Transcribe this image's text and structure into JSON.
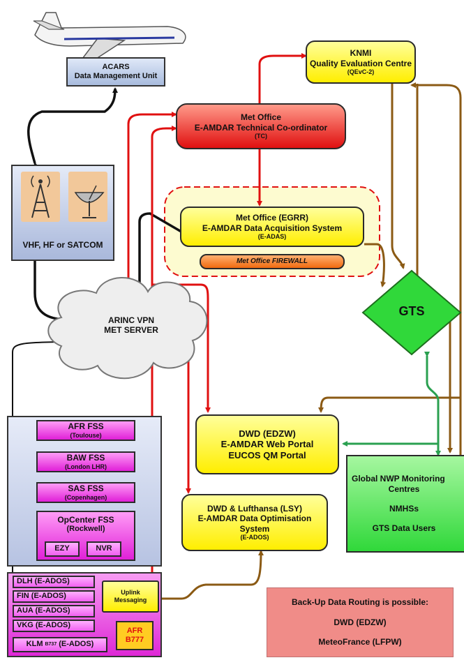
{
  "acars": {
    "line1": "ACARS",
    "line2": "Data Management Unit"
  },
  "comms": {
    "label": "VHF, HF or SATCOM"
  },
  "arinc": {
    "line1": "ARINC VPN",
    "line2": "MET SERVER"
  },
  "knmi": {
    "line1": "KNMI",
    "line2": "Quality Evaluation Centre",
    "line3": "(QEvC-2)"
  },
  "tc": {
    "line1": "Met Office",
    "line2": "E-AMDAR Technical Co-ordinator",
    "line3": "(TC)"
  },
  "eadas": {
    "line1": "Met Office (EGRR)",
    "line2": "E-AMDAR Data Acquisition System",
    "line3": "(E-ADAS)"
  },
  "firewall": {
    "label": "Met Office FIREWALL"
  },
  "gts": {
    "label": "GTS"
  },
  "dwd_portal": {
    "line1": "DWD (EDZW)",
    "line2": "E-AMDAR Web Portal",
    "line3": "EUCOS QM Portal"
  },
  "eados": {
    "line1": "DWD & Lufthansa (LSY)",
    "line2": "E-AMDAR Data Optimisation",
    "line3": "System",
    "line4": "(E-ADOS)"
  },
  "nwp": {
    "line1": "Global NWP Monitoring",
    "line2": "Centres",
    "line3": "NMHSs",
    "line4": "GTS Data Users"
  },
  "fss": [
    {
      "name": "AFR FSS",
      "loc": "(Toulouse)"
    },
    {
      "name": "BAW FSS",
      "loc": "(London LHR)"
    },
    {
      "name": "SAS FSS",
      "loc": "(Copenhagen)"
    },
    {
      "name": "OpCenter FSS",
      "loc": "(Rockwell)"
    }
  ],
  "opcenter_subs": [
    "EZY",
    "NVR"
  ],
  "eados_airlines": [
    "DLH (E-ADOS)",
    "FIN (E-ADOS)",
    "AUA (E-ADOS)",
    "VKG (E-ADOS)"
  ],
  "klm": {
    "prefix": "KLM",
    "small": "B737",
    "suffix": "(E-ADOS)"
  },
  "uplink": {
    "line1": "Uplink",
    "line2": "Messaging"
  },
  "afr777": {
    "line1": "AFR",
    "line2": "B777"
  },
  "backup": {
    "title": "Back-Up Data Routing is possible:",
    "item1": "DWD (EDZW)",
    "item2": "MeteoFrance (LFPW)"
  },
  "colors": {
    "red_arrow": "#e01010",
    "brown_arrow": "#8b5a14",
    "green_arrow": "#2aa050",
    "black_arrow": "#111111"
  }
}
